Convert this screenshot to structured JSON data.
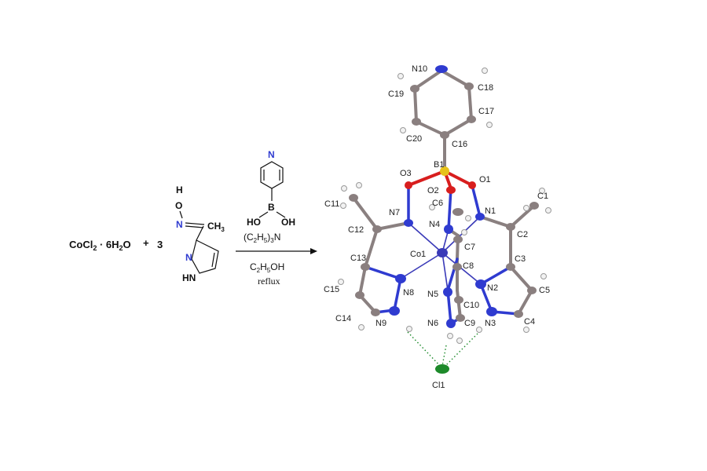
{
  "reaction": {
    "reagent_1": "CoCl",
    "reagent_1_sub": "2",
    "reagent_1_rest": " · 6H",
    "reagent_1_sub2": "2",
    "reagent_1_end": "O",
    "plus": "+",
    "coefficient": "3",
    "oxime_O": "O",
    "oxime_H": "H",
    "oxime_N": "N",
    "methyl": "CH",
    "methyl_sub": "3",
    "pyrazole_N": "N",
    "pyrazole_HN": "HN",
    "boronic_N": "N",
    "boronic_B": "B",
    "boronic_HO": "HO",
    "boronic_OH": "OH",
    "base": "(C2H5)3N",
    "solvent": "C2H5OH",
    "condition": "reflux"
  },
  "structure_labels": [
    {
      "id": "N10",
      "text": "N10"
    },
    {
      "id": "C18",
      "text": "C18"
    },
    {
      "id": "C19",
      "text": "C19"
    },
    {
      "id": "C17",
      "text": "C17"
    },
    {
      "id": "C20",
      "text": "C20"
    },
    {
      "id": "C16",
      "text": "C16"
    },
    {
      "id": "B1",
      "text": "B1"
    },
    {
      "id": "O3",
      "text": "O3"
    },
    {
      "id": "O1",
      "text": "O1"
    },
    {
      "id": "O2",
      "text": "O2"
    },
    {
      "id": "C6",
      "text": "C6"
    },
    {
      "id": "C11",
      "text": "C11"
    },
    {
      "id": "C1",
      "text": "C1"
    },
    {
      "id": "N7",
      "text": "N7"
    },
    {
      "id": "N1",
      "text": "N1"
    },
    {
      "id": "N4",
      "text": "N4"
    },
    {
      "id": "C12",
      "text": "C12"
    },
    {
      "id": "C2",
      "text": "C2"
    },
    {
      "id": "C7",
      "text": "C7"
    },
    {
      "id": "Co1",
      "text": "Co1"
    },
    {
      "id": "C13",
      "text": "C13"
    },
    {
      "id": "C8",
      "text": "C8"
    },
    {
      "id": "C3",
      "text": "C3"
    },
    {
      "id": "N8",
      "text": "N8"
    },
    {
      "id": "N2",
      "text": "N2"
    },
    {
      "id": "C15",
      "text": "C15"
    },
    {
      "id": "N5",
      "text": "N5"
    },
    {
      "id": "C10",
      "text": "C10"
    },
    {
      "id": "C5",
      "text": "C5"
    },
    {
      "id": "C14",
      "text": "C14"
    },
    {
      "id": "N9",
      "text": "N9"
    },
    {
      "id": "N6",
      "text": "N6"
    },
    {
      "id": "C9",
      "text": "C9"
    },
    {
      "id": "N3",
      "text": "N3"
    },
    {
      "id": "C4",
      "text": "C4"
    },
    {
      "id": "Cl1",
      "text": "Cl1"
    }
  ],
  "colors": {
    "carbon": "#8a7f7f",
    "nitrogen": "#2f3bd0",
    "oxygen": "#d81e1e",
    "boron": "#e6c21a",
    "cobalt": "#3a3ab8",
    "chlorine": "#1d8a2a",
    "hydrogen": "#f2f2f2"
  }
}
